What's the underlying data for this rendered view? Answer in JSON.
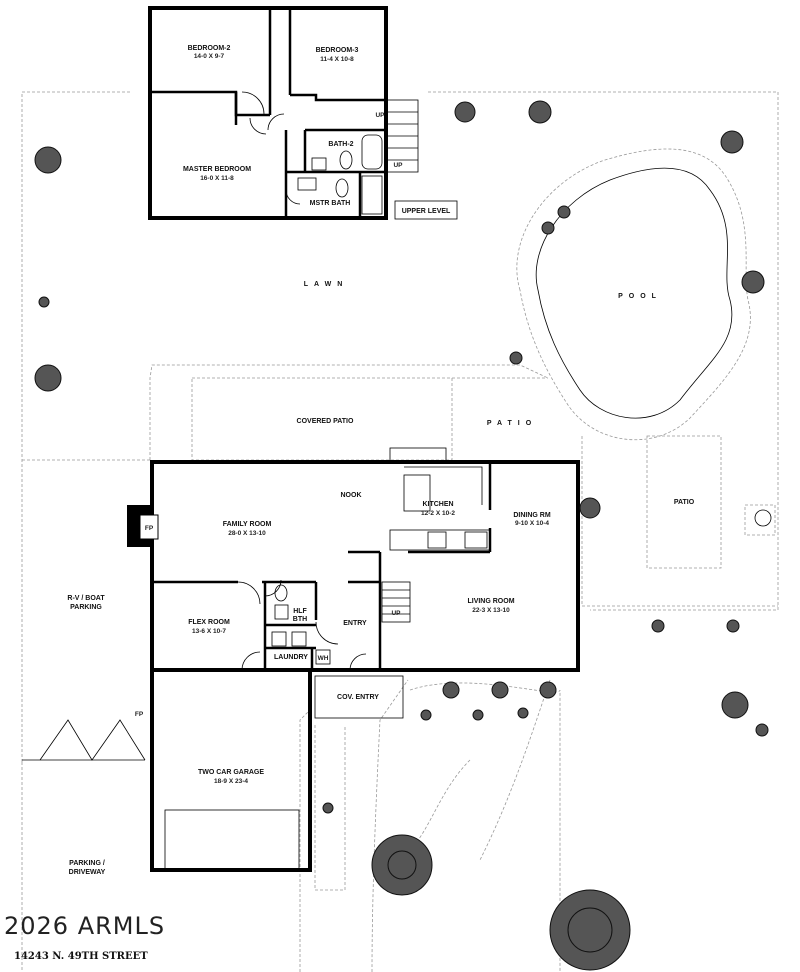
{
  "upper_level": {
    "title": "UPPER LEVEL",
    "rooms": [
      {
        "name": "BEDROOM-2",
        "dims": "14-0  X  9-7"
      },
      {
        "name": "BEDROOM-3",
        "dims": "11-4  X  10-8"
      },
      {
        "name": "MASTER BEDROOM",
        "dims": "16-0  X  11-8"
      },
      {
        "name": "BATH-2",
        "dims": ""
      },
      {
        "name": "MSTR BATH",
        "dims": ""
      }
    ],
    "stair_labels": [
      "UP",
      "UP"
    ]
  },
  "site": {
    "lawn": "LAWN",
    "pool": "POOL",
    "patio": "PATIO",
    "covered_patio": "COVERED PATIO",
    "rv_parking": [
      "R-V  /  BOAT",
      "PARKING"
    ],
    "parking": [
      "PARKING  /",
      "DRIVEWAY"
    ],
    "cov_entry": "COV. ENTRY"
  },
  "main_level": {
    "rooms": [
      {
        "name": "FAMILY ROOM",
        "dims": "28-0  X  13-10"
      },
      {
        "name": "KITCHEN",
        "dims": "12-2  X  10-2"
      },
      {
        "name": "DINING RM",
        "dims": "9-10  X  10-4"
      },
      {
        "name": "LIVING ROOM",
        "dims": "22-3  X  13-10"
      },
      {
        "name": "FLEX ROOM",
        "dims": "13-6  X  10-7"
      },
      {
        "name": "TWO CAR GARAGE",
        "dims": "18-9  X  23-4"
      }
    ],
    "nook": "NOOK",
    "fp": "FP",
    "hlf_bth": [
      "HLF",
      "BTH"
    ],
    "entry": "ENTRY",
    "laundry": "LAUNDRY",
    "wh": "WH",
    "up": "UP",
    "fp_garage": "FP"
  },
  "footer": {
    "brand": "2026 ARMLS",
    "address": "14243 N. 49TH STREET"
  }
}
